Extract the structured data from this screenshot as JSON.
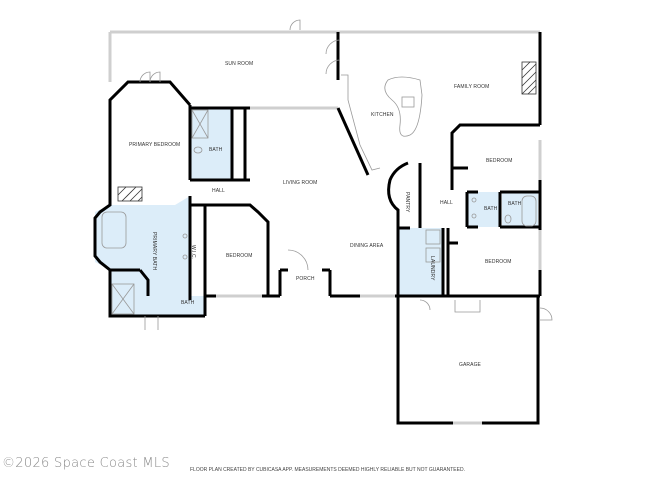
{
  "floor_plan": {
    "colors": {
      "wall": "#000000",
      "window": "#cfcfcf",
      "wet_room_fill": "#dcedf9",
      "fixture_stroke": "#999999"
    },
    "rooms": [
      {
        "id": "sun_room",
        "label": "SUN ROOM"
      },
      {
        "id": "family_room",
        "label": "FAMILY ROOM"
      },
      {
        "id": "kitchen",
        "label": "KITCHEN"
      },
      {
        "id": "primary_bedroom",
        "label": "PRIMARY BEDROOM"
      },
      {
        "id": "bath_1",
        "label": "BATH"
      },
      {
        "id": "hall_1",
        "label": "HALL"
      },
      {
        "id": "living_room",
        "label": "LIVING ROOM"
      },
      {
        "id": "primary_bath",
        "label": "PRIMARY BATH"
      },
      {
        "id": "wic",
        "label": "W.I.C."
      },
      {
        "id": "bedroom_1",
        "label": "BEDROOM"
      },
      {
        "id": "bath_2",
        "label": "BATH"
      },
      {
        "id": "porch",
        "label": "PORCH"
      },
      {
        "id": "dining_area",
        "label": "DINING AREA"
      },
      {
        "id": "pantry",
        "label": "PANTRY"
      },
      {
        "id": "laundry",
        "label": "LAUNDRY"
      },
      {
        "id": "hall_2",
        "label": "HALL"
      },
      {
        "id": "bedroom_2",
        "label": "BEDROOM"
      },
      {
        "id": "bath_3",
        "label": "BATH"
      },
      {
        "id": "bath_4",
        "label": "BATH"
      },
      {
        "id": "bedroom_3",
        "label": "BEDROOM"
      },
      {
        "id": "garage",
        "label": "GARAGE"
      }
    ]
  },
  "footer": {
    "copyright": "©2026 Space Coast MLS",
    "disclaimer": "FLOOR PLAN CREATED BY CUBICASA APP. MEASUREMENTS DEEMED HIGHLY RELIABLE BUT NOT GUARANTEED."
  }
}
